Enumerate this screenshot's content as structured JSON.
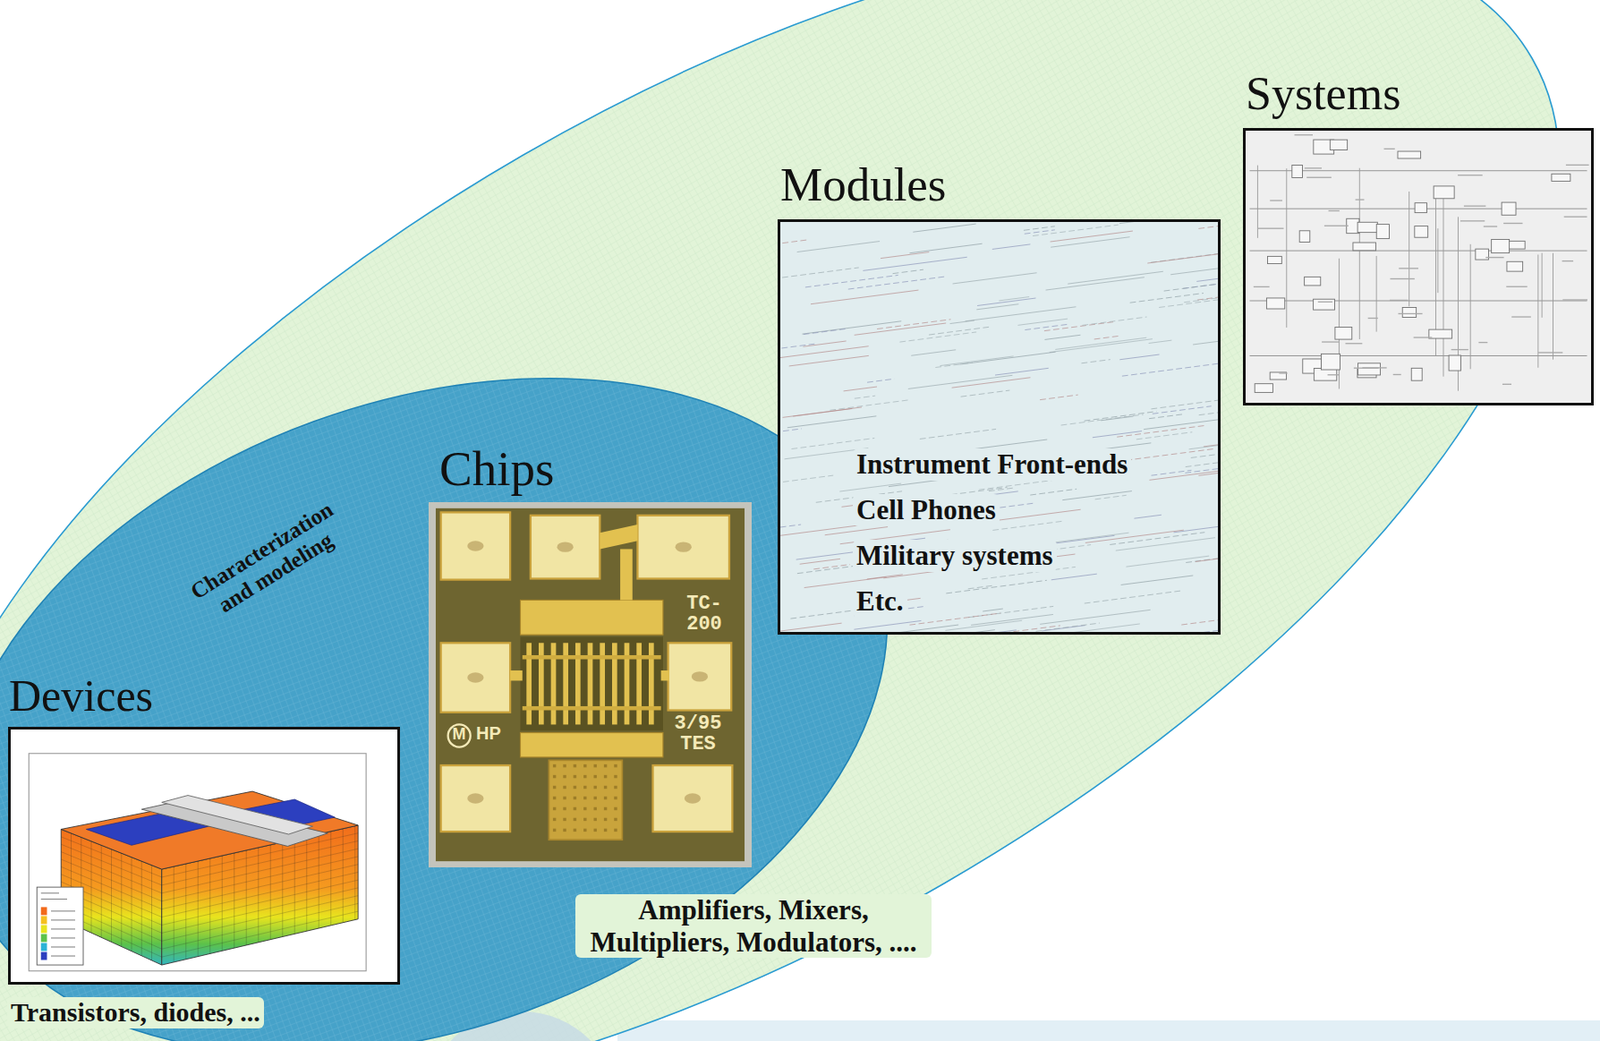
{
  "diagram": {
    "nodes": [
      {
        "text": [
          "Characterization and modeling"
        ]
      },
      {
        "text": [
          "Devices",
          "Transistors, diodes, ..."
        ],
        "in": 0
      },
      {
        "text": [
          "Chips",
          "Amplifiers, Mixers, Multipliers, Modulators, ...."
        ],
        "in": 0
      },
      {
        "text": [
          "Modules",
          "Instrument Front-ends",
          "Cell Phones",
          "Military systems",
          "Etc."
        ]
      },
      {
        "text": [
          "Systems"
        ]
      }
    ],
    "labels": [
      "TC- 200",
      "M",
      "HP",
      "3/95 TES"
    ]
  }
}
